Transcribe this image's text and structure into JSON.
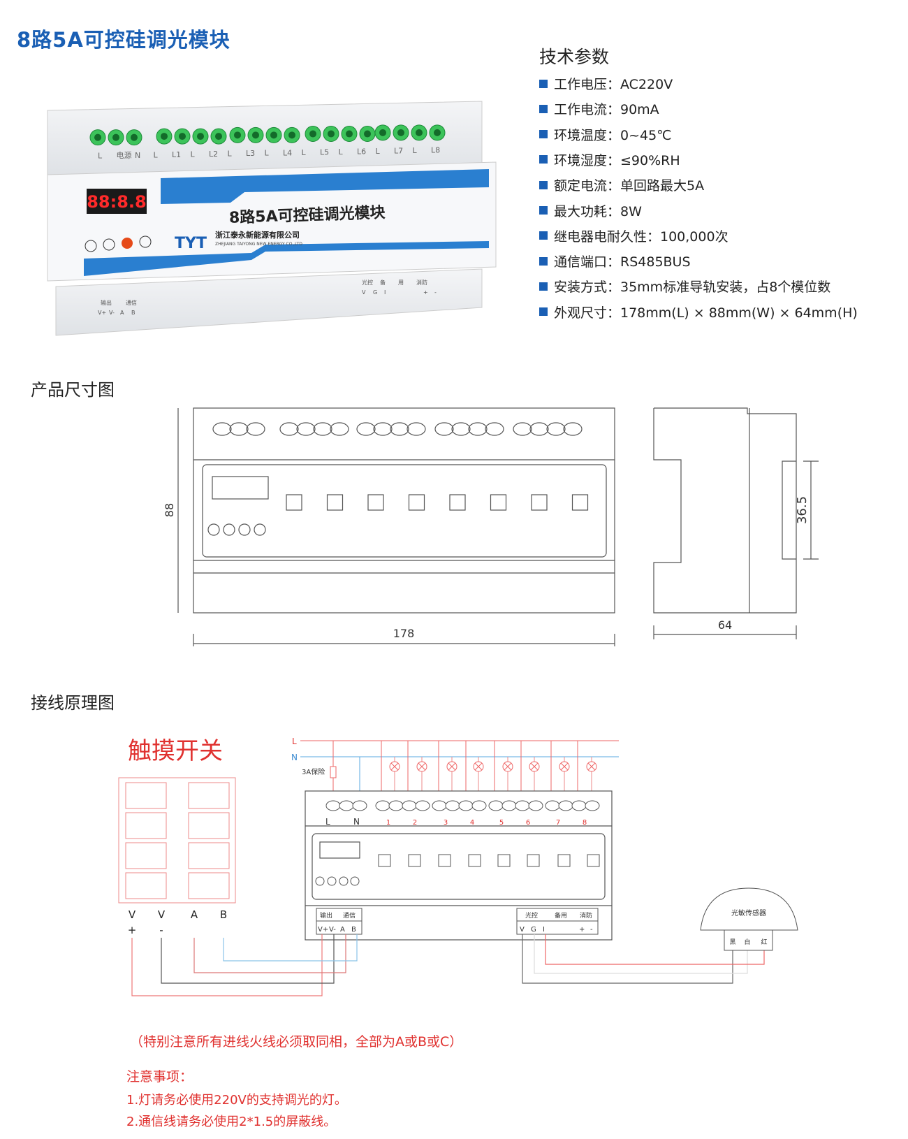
{
  "title": "8路5A可控硅调光模块",
  "specs": {
    "heading": "技术参数",
    "items": [
      "工作电压：AC220V",
      "工作电流：90mA",
      "环境温度：0~45℃",
      "环境湿度：≤90%RH",
      "额定电流：单回路最大5A",
      "最大功耗：8W",
      "继电器电耐久性：100,000次",
      "通信端口：RS485BUS",
      "安装方式：35mm标准导轨安装，占8个模位数",
      "外观尺寸：178mm(L) × 88mm(W) × 64mm(H)"
    ]
  },
  "product": {
    "display": "88:8.8",
    "label": "8路5A可控硅调光模块",
    "brand": "TYT",
    "company": "浙江泰永新能源有限公司",
    "company_en": "ZHEJIANG TAIYONG NEW ENERGY CO.,LTD",
    "top_terminals": [
      "L",
      "电源",
      "N",
      "L",
      "L1",
      "L",
      "L2",
      "L",
      "L3",
      "L",
      "L4",
      "L",
      "L5",
      "L",
      "L6",
      "L",
      "L7",
      "L",
      "L8"
    ],
    "bottom_left_headers": [
      "输出",
      "通信"
    ],
    "bottom_left_pins": [
      "V+",
      "V-",
      "A",
      "B"
    ],
    "bottom_right_headers": [
      "光控",
      "备",
      "用",
      "消防"
    ],
    "bottom_right_pins": [
      "V",
      "G",
      "I",
      "+",
      "-"
    ]
  },
  "dimensions": {
    "heading": "产品尺寸图",
    "height": "88",
    "length": "178",
    "depth": "64",
    "rail": "36.5"
  },
  "wiring": {
    "heading": "接线原理图",
    "touch_switch": "触摸开关",
    "line_L": "L",
    "line_N": "N",
    "fuse": "3A保险",
    "power_terms": [
      "L",
      "N"
    ],
    "channels": [
      "1",
      "2",
      "3",
      "4",
      "5",
      "6",
      "7",
      "8"
    ],
    "left_headers": [
      "输出",
      "通信"
    ],
    "left_pins": [
      "V+",
      "V-",
      "A",
      "B"
    ],
    "right_headers": [
      "光控",
      "备用",
      "消防"
    ],
    "right_pins": [
      "V",
      "G",
      "I",
      "+",
      "-"
    ],
    "switch_labels_top": [
      "V",
      "V",
      "A",
      "B"
    ],
    "switch_labels_bottom": [
      "+",
      "-"
    ],
    "sensor": "光敏传感器",
    "sensor_pins": [
      "黑",
      "白",
      "红"
    ]
  },
  "notes": {
    "warning": "（特别注意所有进线火线必须取同相，全部为A或B或C）",
    "heading": "注意事项：",
    "items": [
      "1.灯请务必使用220V的支持调光的灯。",
      "2.通信线请务必使用2*1.5的屏蔽线。"
    ]
  },
  "colors": {
    "brand_blue": "#1a5fb4",
    "note_red": "#e0312f",
    "wire_blue": "#5aa9e0"
  }
}
